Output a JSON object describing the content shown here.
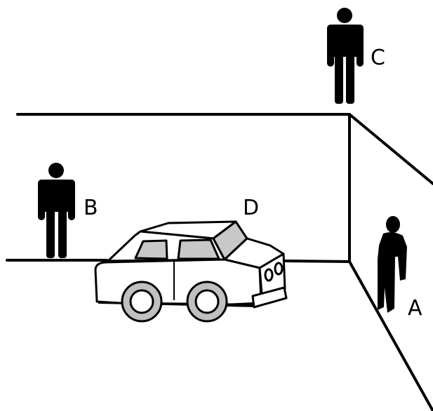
{
  "labels": {
    "a": "A",
    "b": "B",
    "c": "C",
    "d": "D"
  },
  "colors": {
    "ink": "#000000",
    "paper": "#ffffff",
    "glass": "#c8c8c8",
    "tire": "#c0c0c0"
  }
}
